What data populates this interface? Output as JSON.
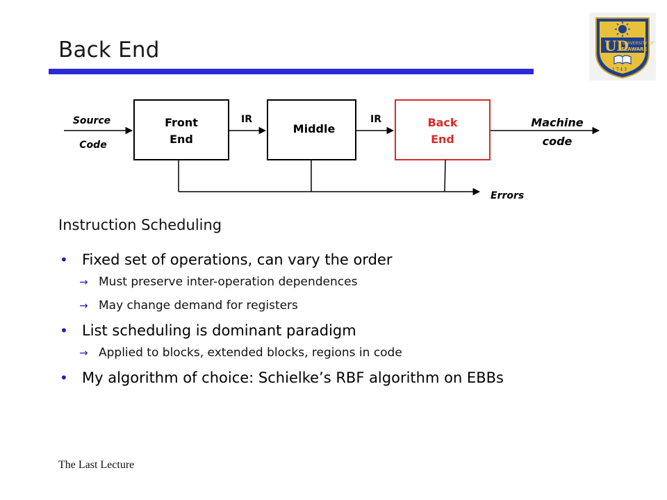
{
  "slide": {
    "title": "Back End",
    "footer": "The Last Lecture"
  },
  "logo": {
    "line1": "UNIVERSITY OF",
    "line2": "ELAWARE",
    "initials": "UD",
    "year": "1 7 4 3",
    "colors": {
      "navy": "#1f3f8f",
      "gold": "#e8c13a"
    }
  },
  "diagram": {
    "source_top": "Source",
    "source_bottom": "Code",
    "front_end_line1": "Front",
    "front_end_line2": "End",
    "ir_left": "IR",
    "middle": "Middle",
    "ir_right": "IR",
    "back_end_line1": "Back",
    "back_end_line2": "End",
    "machine_top": "Machine",
    "machine_bottom": "code",
    "errors": "Errors",
    "colors": {
      "highlight": "#d92a2a"
    }
  },
  "content": {
    "heading": "Instruction Scheduling",
    "bullets": [
      {
        "text": "Fixed set of operations, can vary the order",
        "sub": [
          "Must preserve inter-operation dependences",
          "May change demand for registers"
        ]
      },
      {
        "text": "List scheduling is dominant paradigm",
        "sub": [
          "Applied to blocks, extended blocks, regions in code"
        ]
      },
      {
        "text": "My algorithm of choice:  Schielke’s RBF algorithm on EBBs",
        "sub": []
      }
    ]
  }
}
